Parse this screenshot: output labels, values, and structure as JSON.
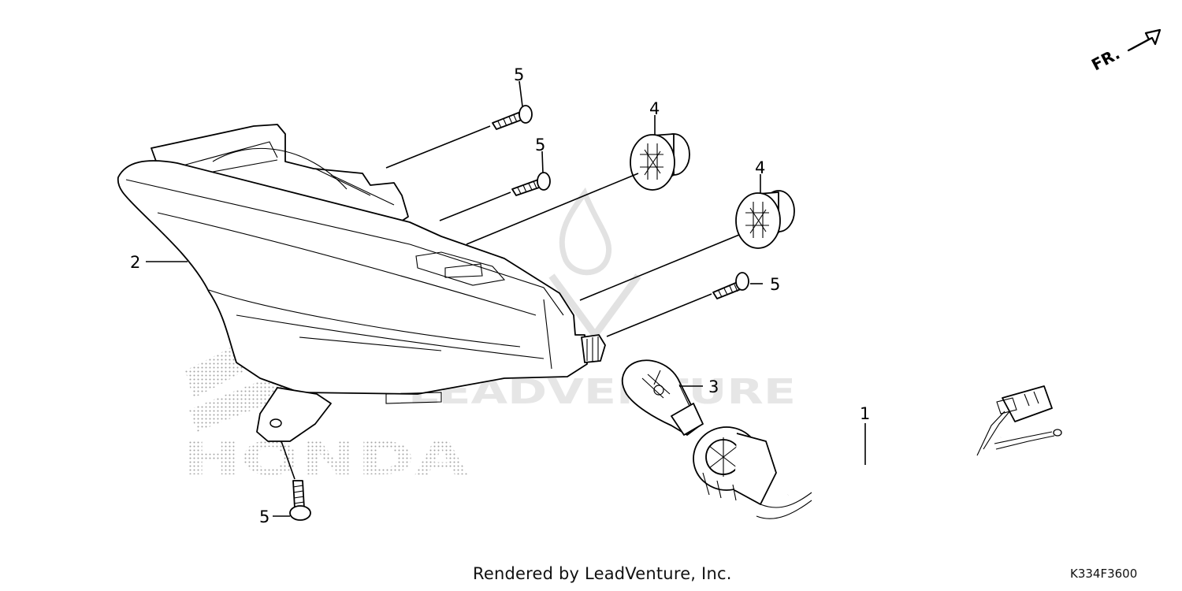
{
  "diagram": {
    "direction_label": "FR.",
    "callouts": {
      "wire_harness": "1",
      "taillight_assembly": "2",
      "bulb": "3",
      "grommet_upper": "4",
      "grommet_lower": "4",
      "screw_top": "5",
      "screw_mid": "5",
      "screw_right": "5",
      "screw_bottom": "5"
    },
    "watermark_brand": "HONDA",
    "watermark_vendor": "LEADVENTURE"
  },
  "footer": {
    "credit": "Rendered by LeadVenture, Inc.",
    "diagram_code": "K334F3600"
  }
}
